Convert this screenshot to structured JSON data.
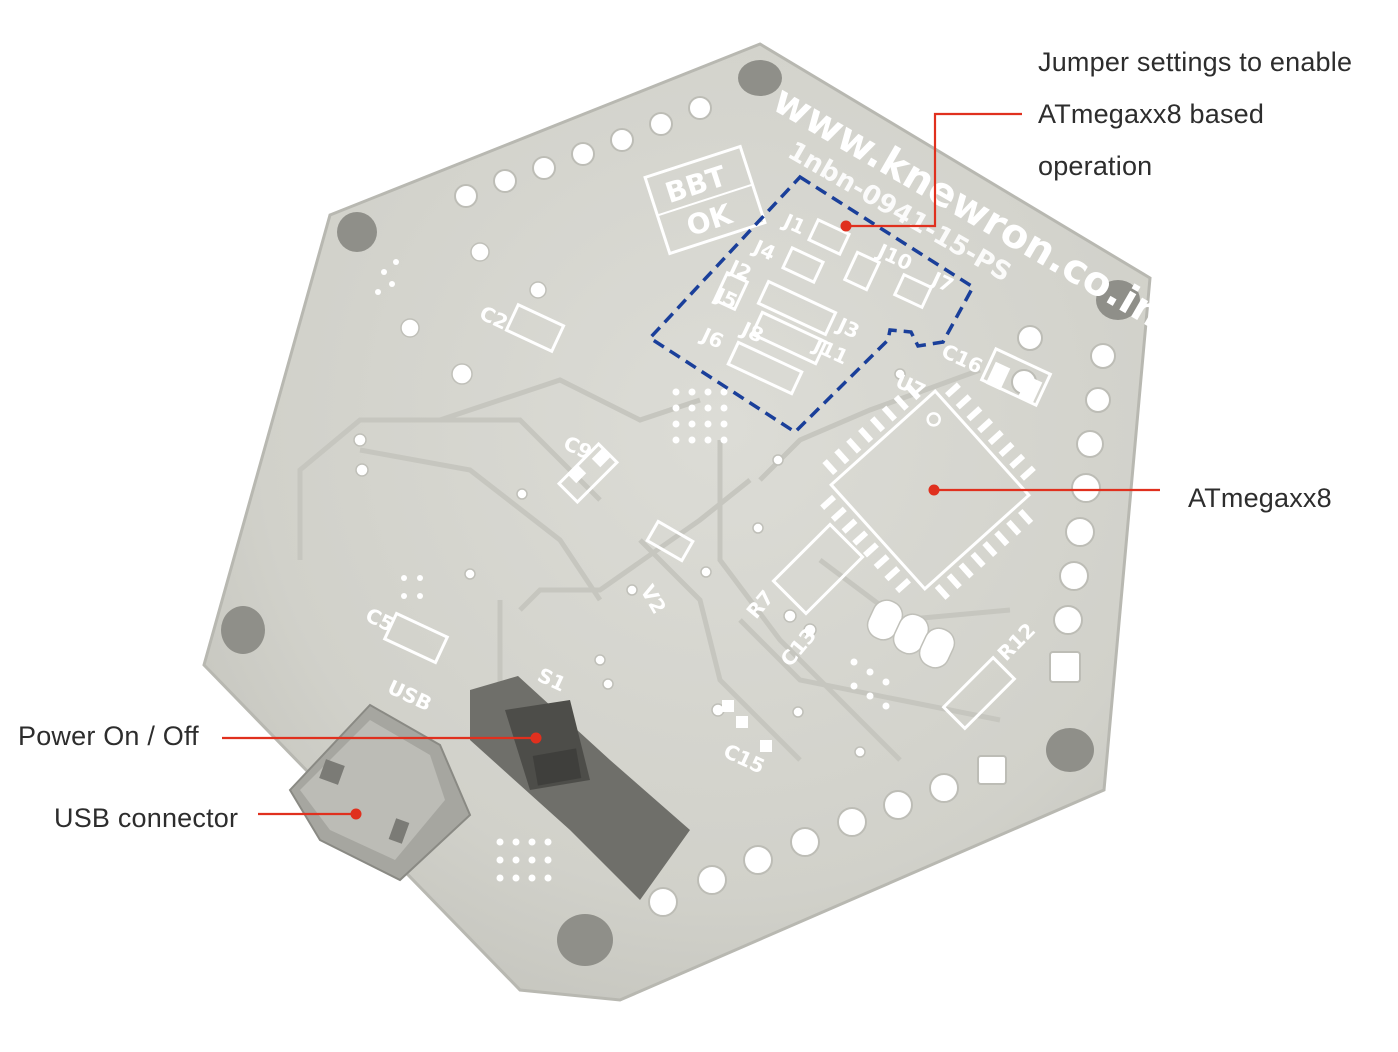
{
  "callouts": {
    "jumper": {
      "lines": [
        "Jumper settings to enable",
        "ATmegaxx8 based",
        "operation"
      ]
    },
    "atmega": {
      "label": "ATmegaxx8"
    },
    "power": {
      "label": "Power On / Off"
    },
    "usb": {
      "label": "USB connector"
    }
  },
  "board": {
    "url_text": "www.knewron.co.in",
    "id_text": "1nbn-0941-15-PS",
    "bbt_text": "BBT",
    "ok_text": "OK",
    "silkscreen": {
      "j1": "J1",
      "j4": "J4",
      "j2": "J2",
      "j5": "J5",
      "j3": "J3",
      "j6": "J6",
      "j8": "J8",
      "j11": "J11",
      "j10": "J10",
      "j7": "J7",
      "c2": "C2",
      "c9": "C9",
      "c16": "C16",
      "u7": "U7",
      "v2": "V2",
      "r7": "R7",
      "c13": "C13",
      "r12": "R12",
      "c5": "C5",
      "usb": "USB",
      "s1": "S1",
      "c15": "C15"
    }
  },
  "colors": {
    "pcb": "#d6d6d0",
    "pcb_edge": "#b8b8b1",
    "silkscreen": "#ffffff",
    "callout_line": "#e0301e",
    "dot": "#e0301e",
    "jumper_box": "#1a3f9a",
    "label_text": "#2d2d2d"
  }
}
